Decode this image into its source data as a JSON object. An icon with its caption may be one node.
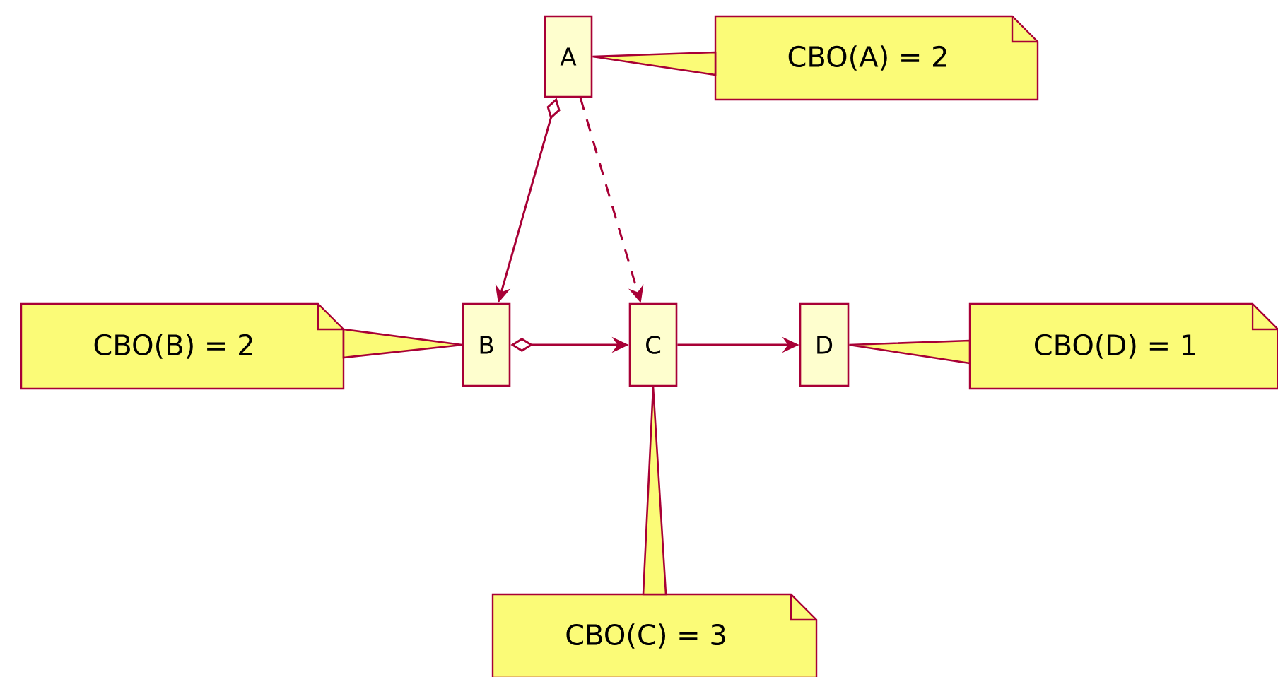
{
  "diagram": {
    "nodes": [
      {
        "text": [
          "A"
        ]
      },
      {
        "text": [
          "B"
        ]
      },
      {
        "text": [
          "C"
        ]
      },
      {
        "text": [
          "D"
        ]
      },
      {
        "text": [
          "CBO(A) = 2"
        ]
      },
      {
        "text": [
          "CBO(B) = 2"
        ]
      },
      {
        "text": [
          "CBO(C) = 3"
        ]
      },
      {
        "text": [
          "CBO(D) = 1"
        ]
      }
    ],
    "edges": [
      {
        "from": 0,
        "to": 1,
        "arrow": "to"
      },
      {
        "from": 0,
        "to": 2,
        "arrow": "to",
        "style": "dashed"
      },
      {
        "from": 1,
        "to": 2,
        "arrow": "to"
      },
      {
        "from": 2,
        "to": 3,
        "arrow": "to"
      },
      {
        "from": 4,
        "to": 0,
        "arrow": "none"
      },
      {
        "from": 5,
        "to": 1,
        "arrow": "none"
      },
      {
        "from": 6,
        "to": 2,
        "arrow": "none"
      },
      {
        "from": 7,
        "to": 3,
        "arrow": "none"
      }
    ]
  }
}
